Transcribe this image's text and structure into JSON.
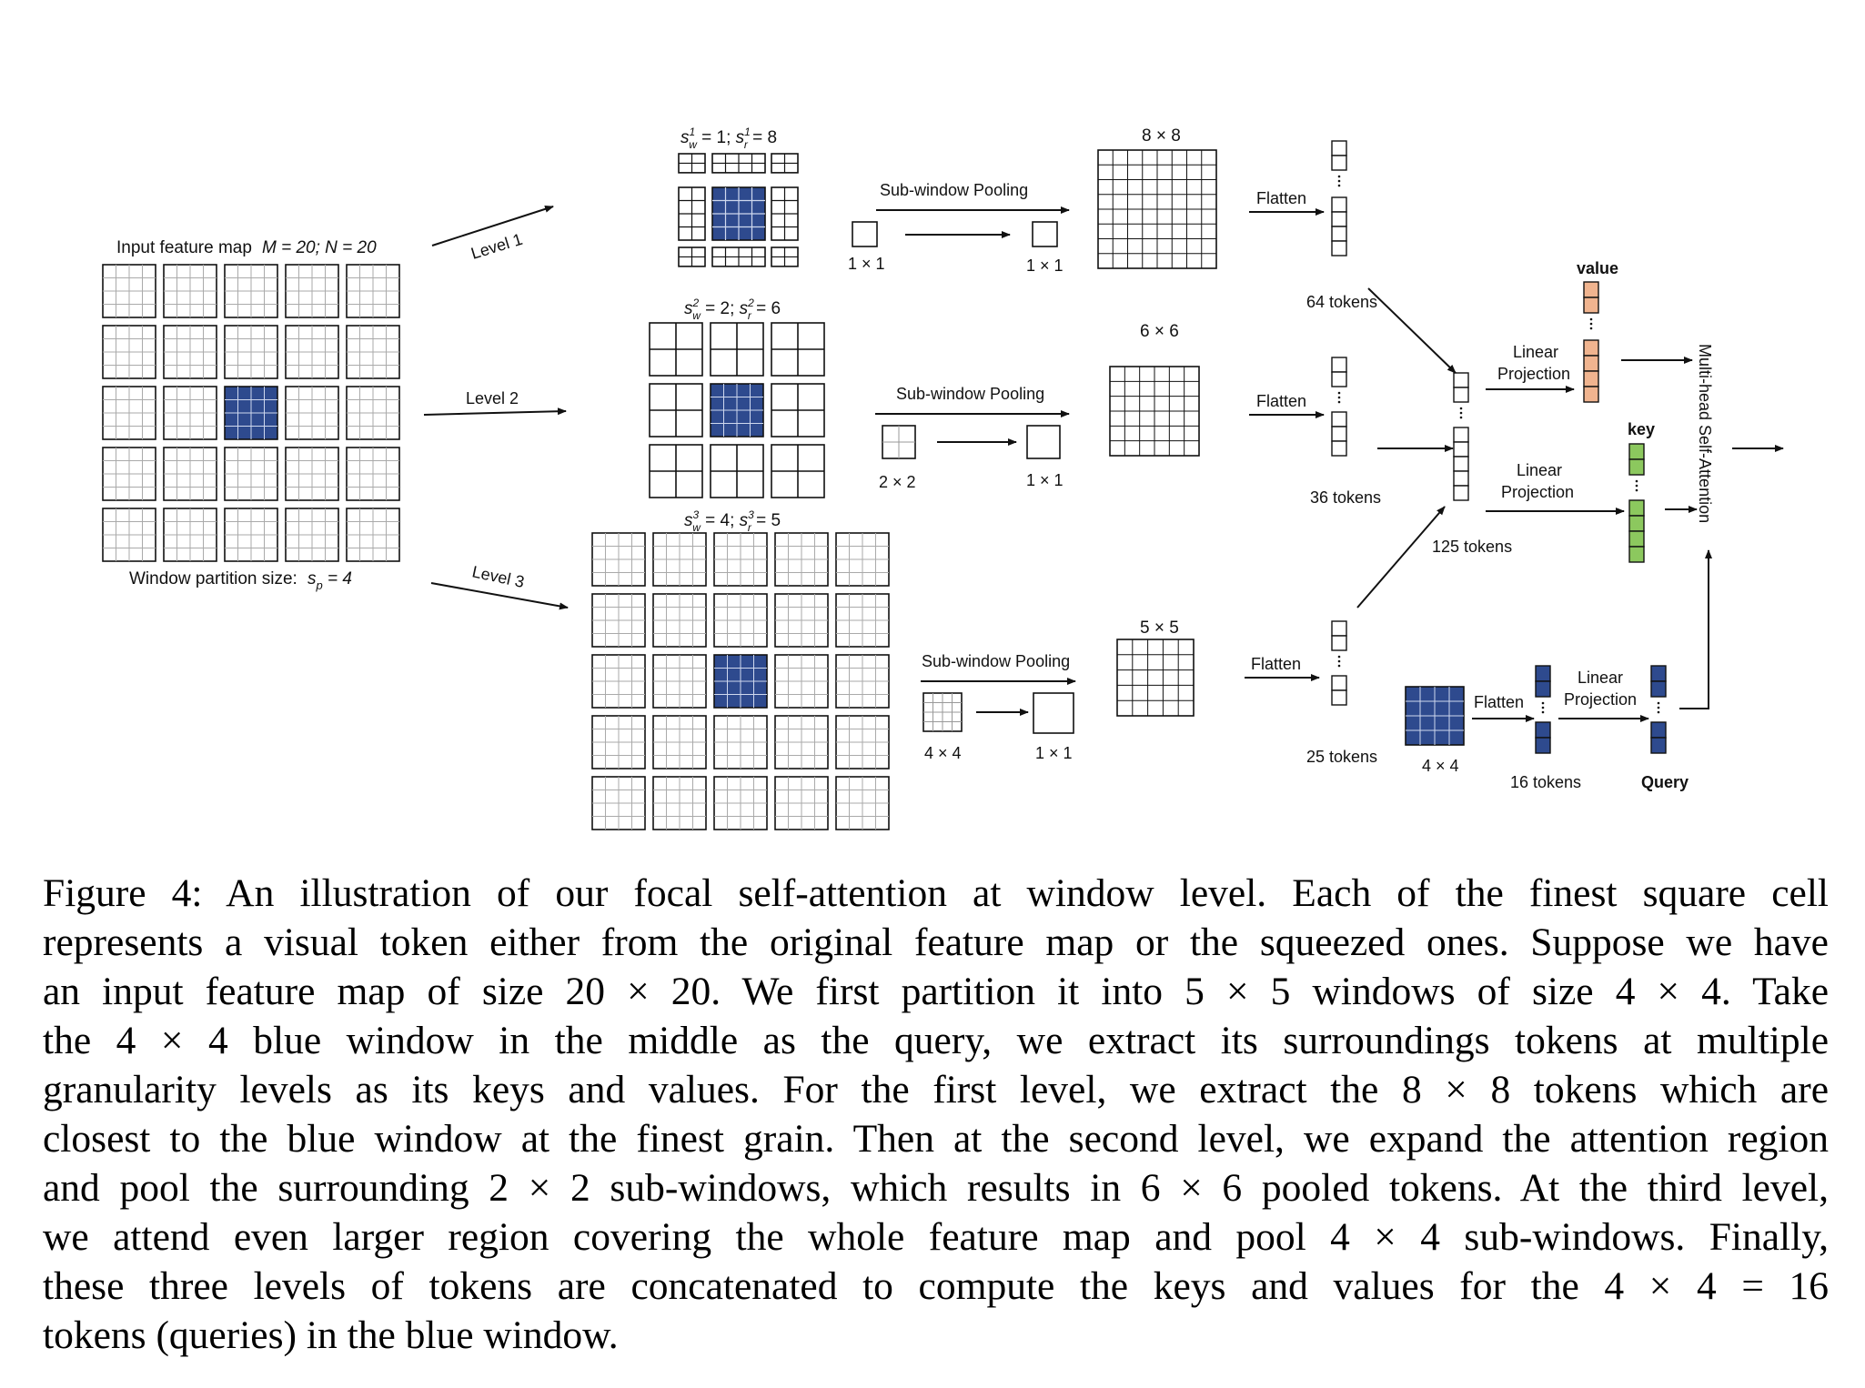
{
  "figure": {
    "input_title": "Input feature map",
    "input_dims": "M = 20; N = 20",
    "partition_label": "Window partition size:",
    "partition_value": "s",
    "partition_sub": "p",
    "partition_eq": " = 4",
    "level1": "Level 1",
    "level2": "Level 2",
    "level3": "Level 3",
    "level_params": [
      {
        "w": "s",
        "wsup": "1",
        "wsub": "w",
        "weq": " = 1;  ",
        "r": "s",
        "rsup": "1",
        "rsub": "r",
        "req": " = 8"
      },
      {
        "w": "s",
        "wsup": "2",
        "wsub": "w",
        "weq": " = 2;  ",
        "r": "s",
        "rsup": "2",
        "rsub": "r",
        "req": " = 6"
      },
      {
        "w": "s",
        "wsup": "3",
        "wsub": "w",
        "weq": " = 4;  ",
        "r": "s",
        "rsup": "3",
        "rsub": "r",
        "req": " = 5"
      }
    ],
    "subwindow_pooling": "Sub-window Pooling",
    "pool_in": [
      "1 × 1",
      "2 × 2",
      "4 × 4"
    ],
    "pool_out": [
      "1 × 1",
      "1 × 1",
      "1 × 1"
    ],
    "pooled_sizes": [
      "8 × 8",
      "6 × 6",
      "5 × 5"
    ],
    "flatten": "Flatten",
    "tokens": [
      "64 tokens",
      "36 tokens",
      "25 tokens"
    ],
    "concat_tokens": "125 tokens",
    "linear_projection_1": "Linear",
    "linear_projection_2": "Projection",
    "value": "value",
    "key": "key",
    "query_window": "4 × 4",
    "query_tokens": "16 tokens",
    "query": "Query",
    "mhsa": "Multi-head Self-Attention",
    "colors": {
      "blue": "#2e4a8e",
      "orange": "#f0b48f",
      "green": "#8cc85e"
    }
  },
  "caption": {
    "lines": [
      "Figure 4: An illustration of our focal self-attention at window level. Each of the finest square cell",
      "represents a visual token either from the original feature map or the squeezed ones. Suppose we have",
      "an input feature map of size 20 × 20. We first partition it into 5 × 5 windows of size 4 × 4. Take",
      "the 4 × 4 blue window in the middle as the query, we extract its surroundings tokens at multiple",
      "granularity levels as its keys and values. For the first level, we extract the 8 × 8 tokens which are",
      "closest to the blue window at the finest grain. Then at the second level, we expand the attention region",
      "and pool the surrounding 2 × 2 sub-windows, which results in 6 × 6 pooled tokens. At the third level,",
      "we attend even larger region covering the whole feature map and pool 4 × 4 sub-windows. Finally,",
      "these three levels of tokens are concatenated to compute the keys and values for the 4 × 4 = 16",
      "tokens (queries) in the blue window."
    ]
  }
}
